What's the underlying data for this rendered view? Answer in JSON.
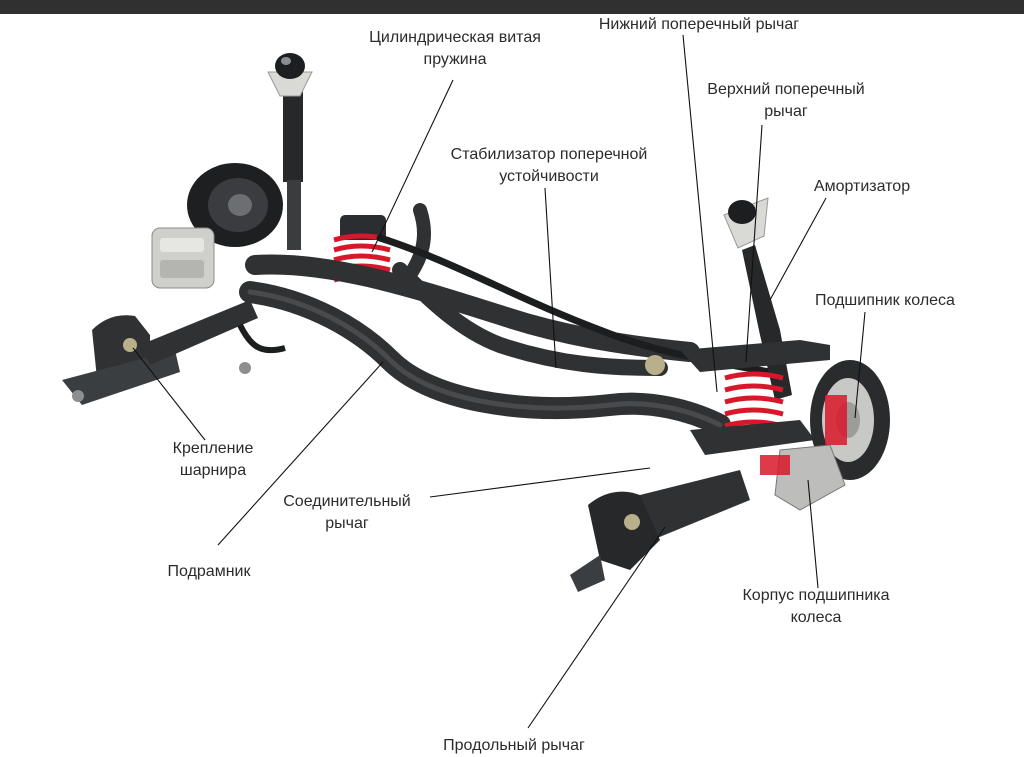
{
  "colors": {
    "frame": "#2f3133",
    "frame_highlight": "#5a5d61",
    "spring": "#d8182a",
    "metal": "#c8c9c6",
    "topbar": "#303030",
    "text": "#2b2b2b"
  },
  "labels": {
    "coil_spring": [
      "Цилиндрическая витая",
      "пружина"
    ],
    "lower_arm": [
      "Нижний поперечный рычаг"
    ],
    "upper_arm": [
      "Верхний поперечный",
      "рычаг"
    ],
    "stabilizer": [
      "Стабилизатор поперечной",
      "устойчивости"
    ],
    "shock": [
      "Амортизатор"
    ],
    "wheel_bearing": [
      "Подшипник колеса"
    ],
    "hinge_mount": [
      "Крепление",
      "шарнира"
    ],
    "link_arm": [
      "Соединительный",
      "рычаг"
    ],
    "subframe": [
      "Подрамник"
    ],
    "bearing_housing": [
      "Корпус подшипника",
      "колеса"
    ],
    "trailing_arm": [
      "Продольный рычаг"
    ]
  }
}
